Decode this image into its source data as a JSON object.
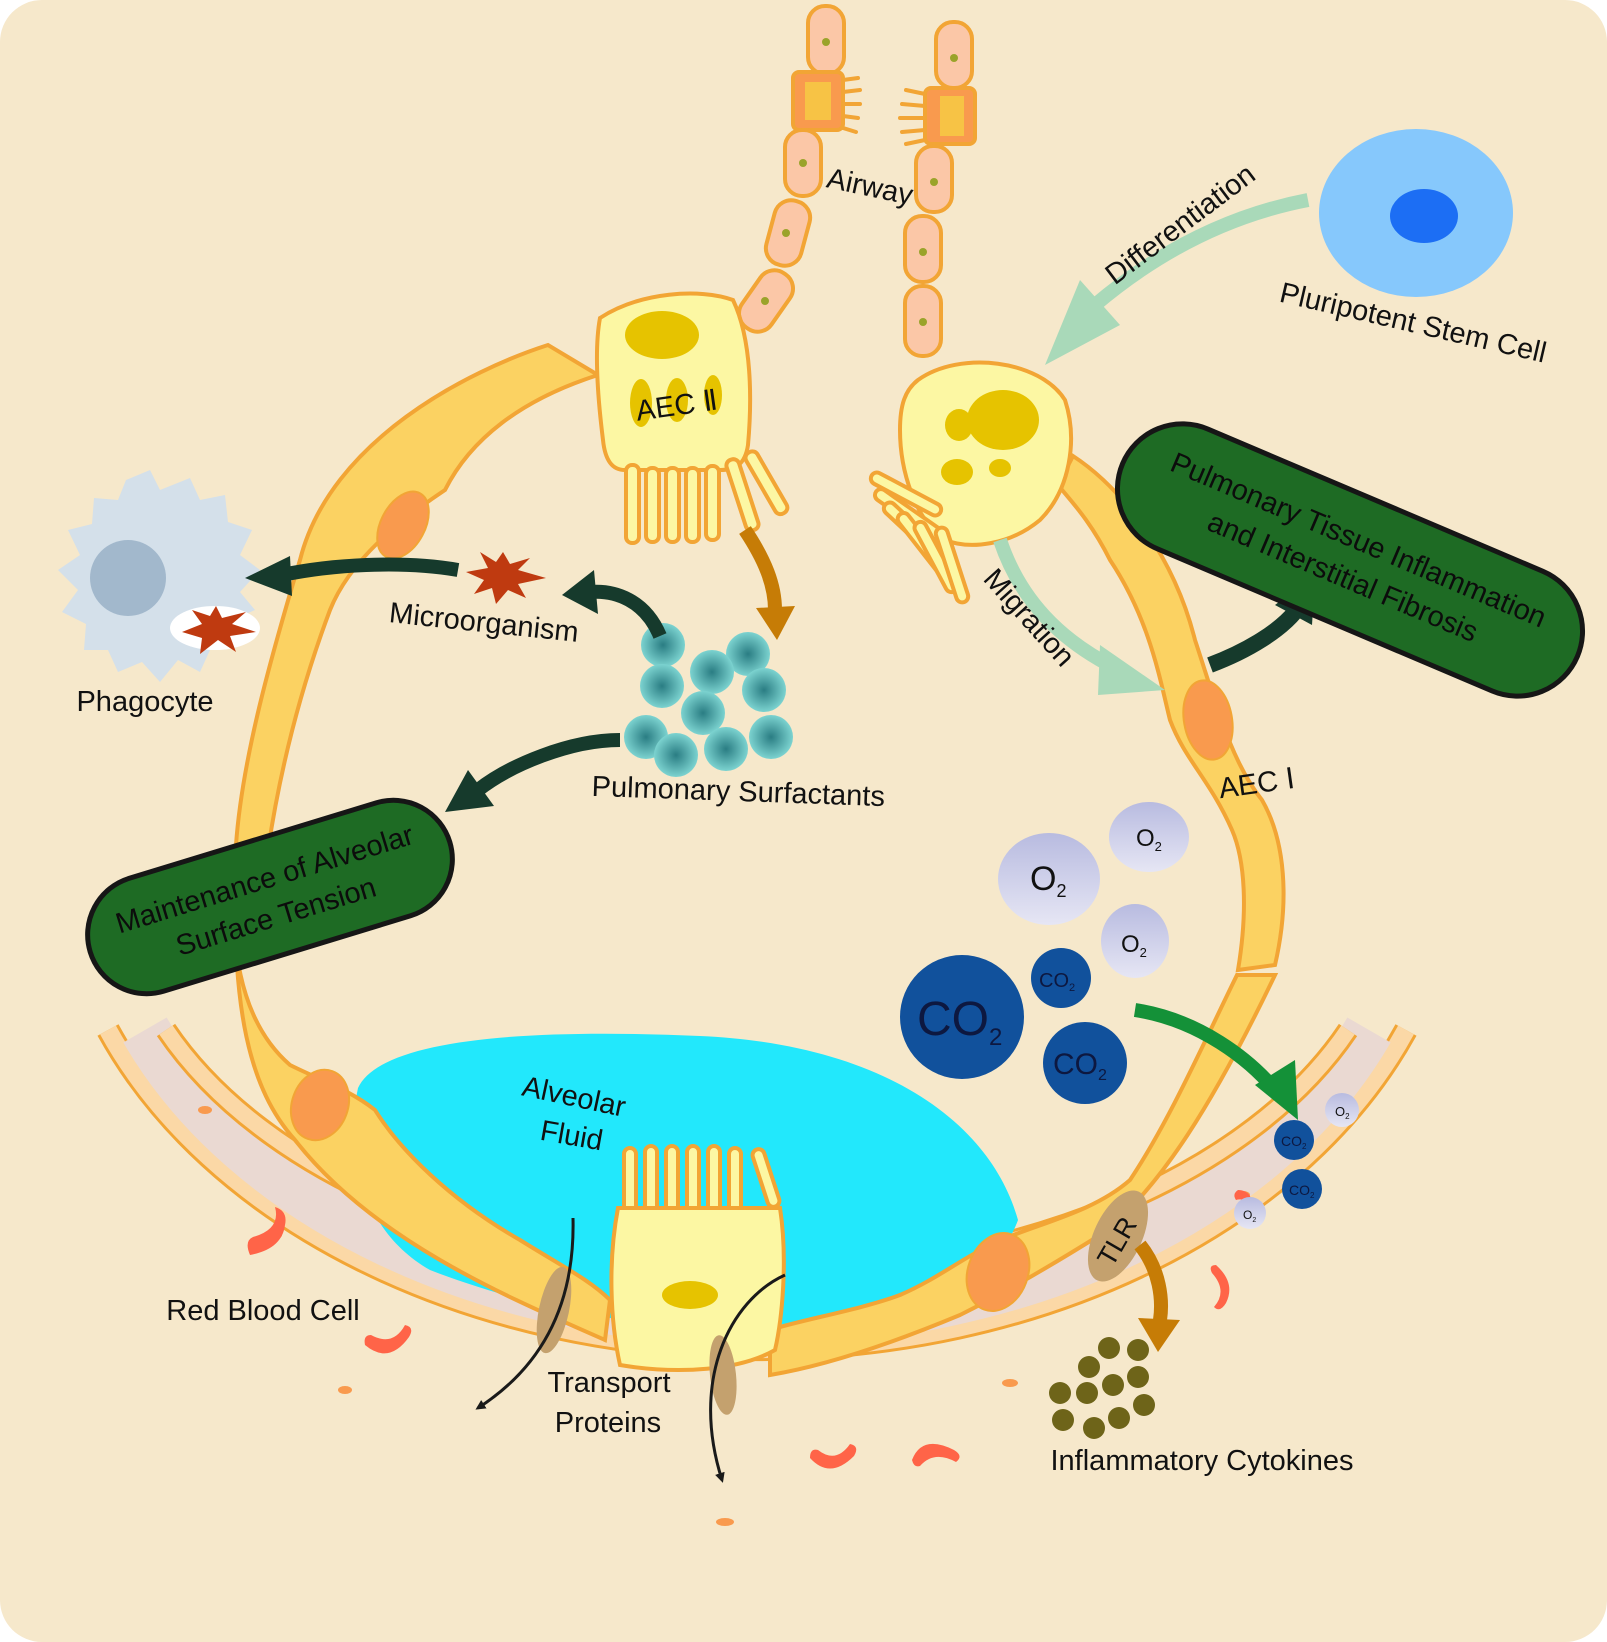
{
  "labels": {
    "airway": "Airway",
    "aec2": "AEC Ⅱ",
    "aec1": "AEC Ⅰ",
    "differentiation": "Differentiation",
    "stem_cell": "Pluripotent Stem Cell",
    "migration": "Migration",
    "phagocyte": "Phagocyte",
    "microorganism": "Microorganism",
    "surfactants": "Pulmonary Surfactants",
    "fluid_line1": "Alveolar",
    "fluid_line2": "Fluid",
    "rbc": "Red Blood Cell",
    "transport_line1": "Transport",
    "transport_line2": "Proteins",
    "tlr": "TLR",
    "cytokines": "Inflammatory Cytokines"
  },
  "boxes": {
    "fibrosis_line1": "Pulmonary Tissue Inflammation",
    "fibrosis_line2": "and Interstitial Fibrosis",
    "tension_line1": "Maintenance of Alveolar",
    "tension_line2": "Surface Tension"
  },
  "gases": {
    "o2": "O",
    "co2": "CO",
    "subscript": "2"
  },
  "colors": {
    "background": "#f6e8cb",
    "membrane": "#fbd262",
    "membrane_border": "#f2a535",
    "nucleus": "#f99a4e",
    "aec2_fill": "#fcf7a3",
    "aec2_granule": "#e6c300",
    "surfactant": "#4fb8b8",
    "box_fill": "#1e6b24",
    "box_border": "#161616",
    "dark_arrow": "#163a2c",
    "brown_arrow": "#c67c06",
    "light_green_arrow": "#a9d9b9",
    "green_arrow": "#149138",
    "fluid": "#22e8fc",
    "vessel": "#ead9d2",
    "rbc": "#ff6448",
    "stem_cell": "#86c8fc",
    "stem_nucleus": "#1c6ef4",
    "o2_fill": "#bfc1e3",
    "co2_fill": "#11519c",
    "cytokine": "#6e6419",
    "tlr": "#c4a16e",
    "phagocyte": "#d4e0ea",
    "phagocyte_nucleus": "#a2b8cc",
    "microbe": "#bf3a10"
  }
}
